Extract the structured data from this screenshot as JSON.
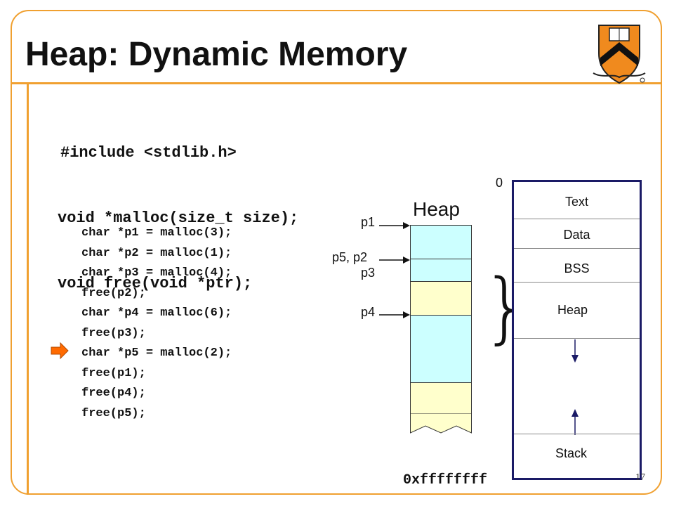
{
  "slide": {
    "title": "Heap: Dynamic Memory",
    "page_number": "17"
  },
  "api": {
    "lines": [
      "#include <stdlib.h>",
      "void *malloc(size_t size);",
      "void free(void *ptr);"
    ]
  },
  "code": {
    "lines": [
      "char *p1 = malloc(3);",
      "char *p2 = malloc(1);",
      "char *p3 = malloc(4);",
      "free(p2);",
      "char *p4 = malloc(6);",
      "free(p3);",
      "char *p5 = malloc(2);",
      "free(p1);",
      "free(p4);",
      "free(p5);"
    ],
    "current_line_index": 6
  },
  "heap_diagram": {
    "label": "Heap",
    "pointers": [
      "p1",
      "p5, p2",
      "p3",
      "p4"
    ]
  },
  "memory_layout": {
    "top_address": "0",
    "bottom_address": "0xffffffff",
    "segments": [
      "Text",
      "Data",
      "BSS",
      "Heap",
      "Stack"
    ]
  },
  "colors": {
    "accent": "#f0a030",
    "allocated": "#ccffff",
    "free": "#ffffcc",
    "memory_border": "#1a1a66",
    "cursor": "#ff6a00"
  },
  "icons": [
    "princeton-shield-logo",
    "current-line-arrow-icon"
  ]
}
